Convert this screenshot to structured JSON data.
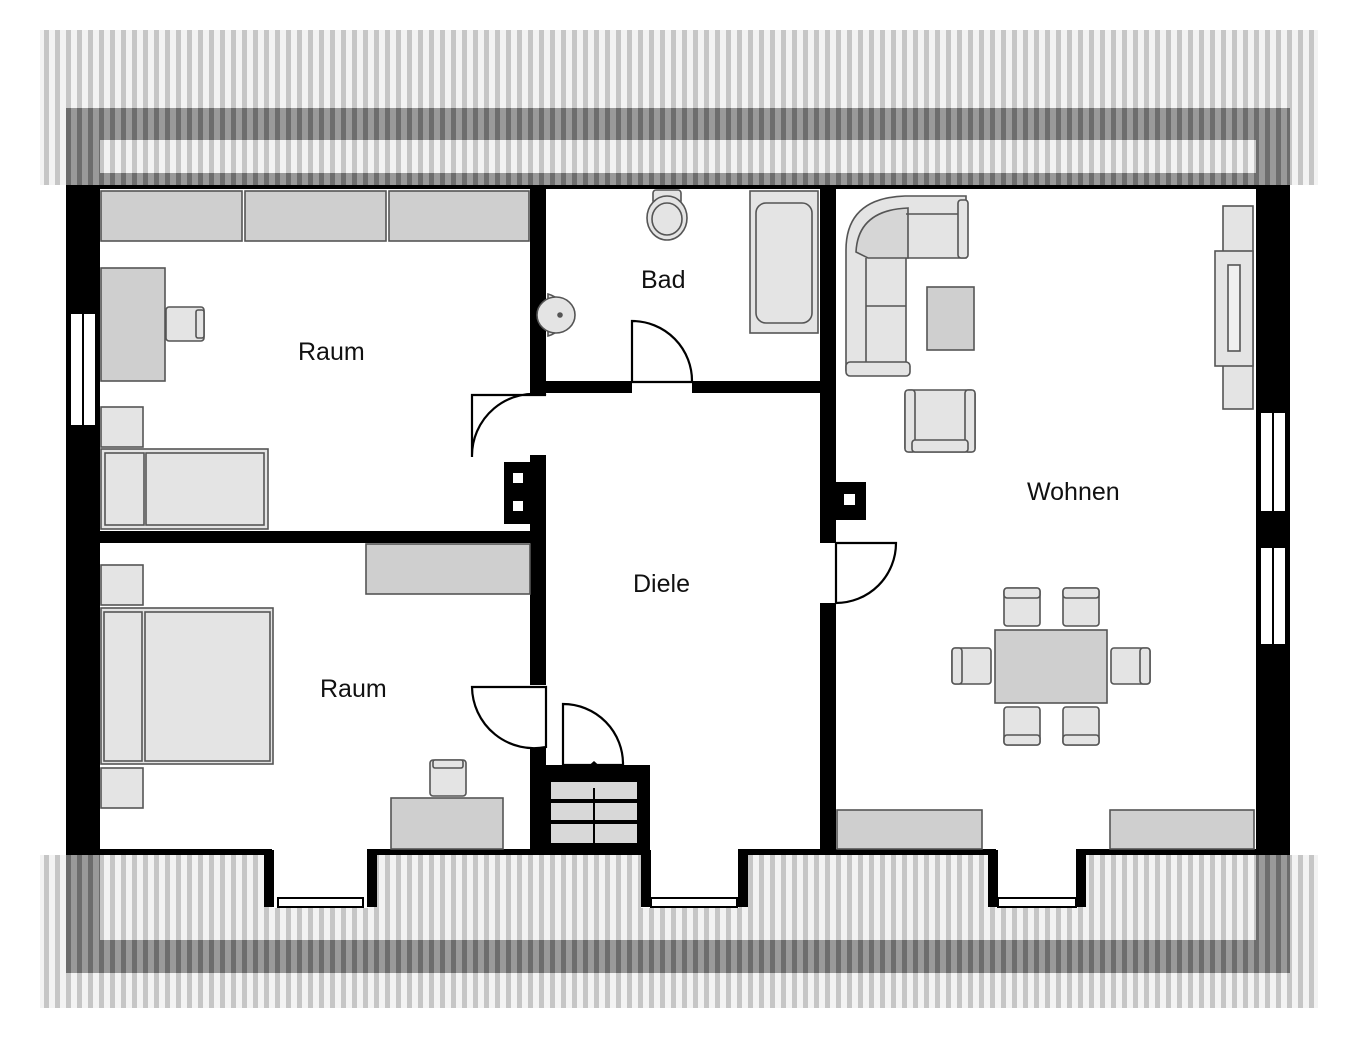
{
  "rooms": {
    "raum_top": "Raum",
    "raum_bottom": "Raum",
    "bad": "Bad",
    "diele": "Diele",
    "wohnen": "Wohnen"
  },
  "colors": {
    "wall": "#000000",
    "roof_stripe": "#c8c8c8",
    "roof_eave": "#7a7a7a",
    "furniture": "#e4e4e4",
    "furniture_dark": "#cfcfcf"
  }
}
